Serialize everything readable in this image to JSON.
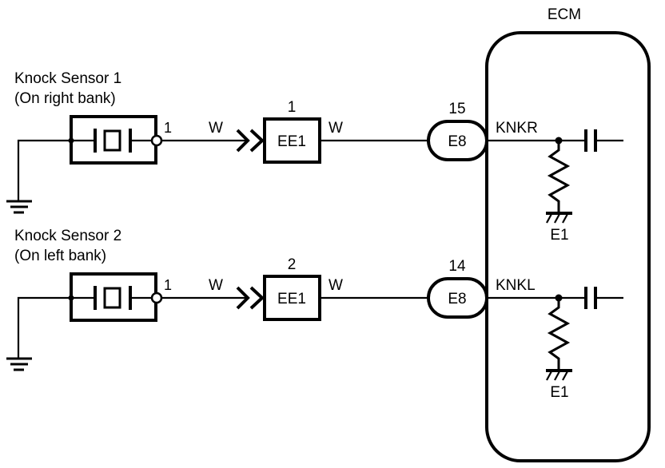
{
  "diagram": {
    "title": "Knock Sensor Circuit",
    "ecm": {
      "label": "ECM"
    },
    "circuits": [
      {
        "sensor_name": "Knock Sensor 1",
        "sensor_location": "(On right bank)",
        "sensor_pin": "1",
        "wire_color_in": "W",
        "connector_name": "EE1",
        "connector_pin": "1",
        "wire_color_out": "W",
        "ecm_connector": "E8",
        "ecm_pin": "15",
        "ecm_terminal": "KNKR",
        "ground_label": "E1"
      },
      {
        "sensor_name": "Knock Sensor 2",
        "sensor_location": "(On left bank)",
        "sensor_pin": "1",
        "wire_color_in": "W",
        "connector_name": "EE1",
        "connector_pin": "2",
        "wire_color_out": "W",
        "ecm_connector": "E8",
        "ecm_pin": "14",
        "ecm_terminal": "KNKL",
        "ground_label": "E1"
      }
    ],
    "colors": {
      "line": "#000000",
      "background": "#ffffff"
    }
  }
}
